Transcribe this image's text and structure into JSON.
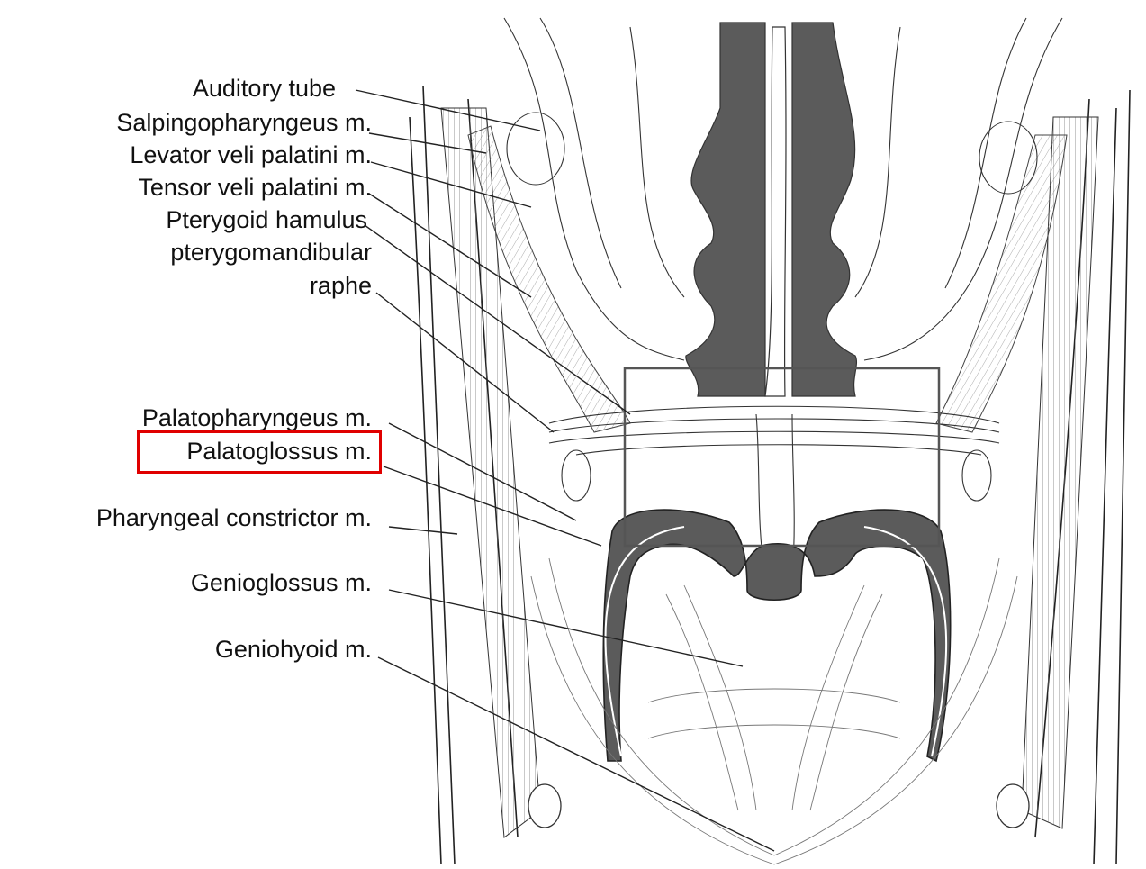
{
  "labels": {
    "auditory_tube": "Auditory tube",
    "salpingopharyngeus": "Salpingopharyngeus m.",
    "levator_veli_palatini": "Levator veli palatini m.",
    "tensor_veli_palatini": "Tensor veli palatini m.",
    "pterygoid_hamulus": "Pterygoid hamulus",
    "pterygomandibular": "pterygomandibular",
    "raphe": "raphe",
    "palatopharyngeus": "Palatopharyngeus m.",
    "palatoglossus": "Palatoglossus m.",
    "pharyngeal_constrictor": "Pharyngeal constrictor m.",
    "genioglossus": "Genioglossus m.",
    "geniohyoid": "Geniohyoid m."
  },
  "highlighted_label": "palatoglossus",
  "colors": {
    "highlight": "#e00000",
    "cavity": "#5b5b5b",
    "line": "#222222",
    "background": "#ffffff"
  }
}
